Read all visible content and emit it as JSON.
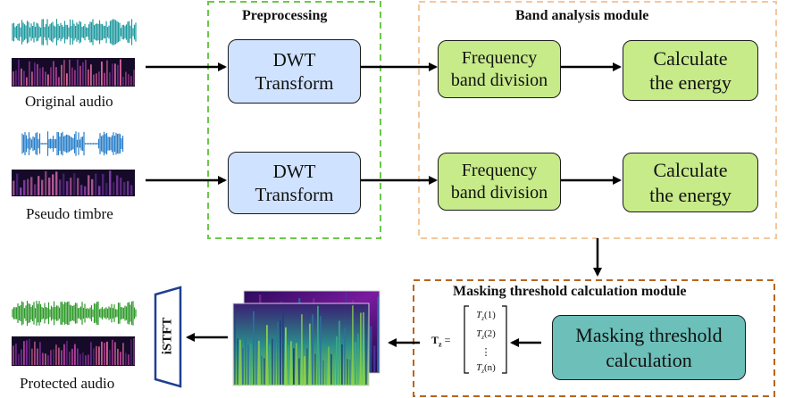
{
  "sections": {
    "preprocessing": "Preprocessing",
    "band_analysis": "Band analysis module",
    "masking": "Masking threshold calculation module"
  },
  "inputs": {
    "original": "Original audio",
    "pseudo": "Pseudo timbre",
    "protected": "Protected audio"
  },
  "boxes": {
    "dwt_line1": "DWT",
    "dwt_line2": "Transform",
    "freq_line1": "Frequency",
    "freq_line2": "band division",
    "energy_line1": "Calculate",
    "energy_line2": "the energy",
    "mask_line1": "Masking threshold",
    "mask_line2": "calculation",
    "istft": "iSTFT"
  },
  "matrix": {
    "lhs": "T",
    "lhs_sub": "z",
    "rows": [
      "T",
      "T",
      "⋮",
      "T"
    ],
    "row_args": [
      "(1)",
      "(2)",
      "",
      "(n)"
    ]
  },
  "colors": {
    "wave_teal": "#1f9aa0",
    "wave_blue": "#2a7fc8",
    "wave_green": "#2e9a2a",
    "preprocessing_border": "#6cc84a",
    "band_border": "#f4c79c",
    "masking_border": "#b8651f"
  }
}
